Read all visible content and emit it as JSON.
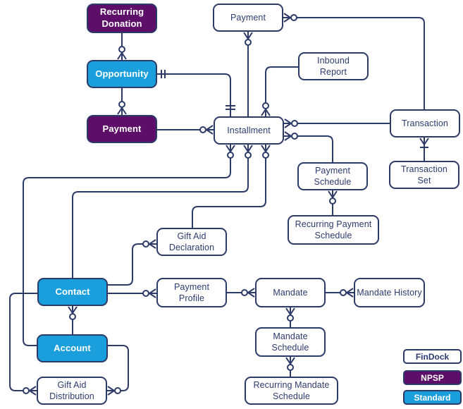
{
  "colors": {
    "line": "#2c3a68",
    "findock_fill": "#ffffff",
    "npsp_fill": "#5c0e68",
    "standard_fill": "#1b9fdc",
    "text_dark": "#2d3b6e",
    "text_light": "#ffffff",
    "background": "#ffffff"
  },
  "nodes": {
    "recurring_donation": {
      "label": "Recurring\nDonation",
      "category": "NPSP"
    },
    "opportunity": {
      "label": "Opportunity",
      "category": "Standard"
    },
    "payment_npsp": {
      "label": "Payment",
      "category": "NPSP"
    },
    "payment": {
      "label": "Payment",
      "category": "FinDock"
    },
    "inbound_report": {
      "label": "Inbound\nReport",
      "category": "FinDock"
    },
    "installment": {
      "label": "Installment",
      "category": "FinDock"
    },
    "transaction": {
      "label": "Transaction",
      "category": "FinDock"
    },
    "transaction_set": {
      "label": "Transaction\nSet",
      "category": "FinDock"
    },
    "payment_schedule": {
      "label": "Payment\nSchedule",
      "category": "FinDock"
    },
    "recurring_payment_schedule": {
      "label": "Recurring Payment\nSchedule",
      "category": "FinDock"
    },
    "gift_aid_declaration": {
      "label": "Gift Aid\nDeclaration",
      "category": "FinDock"
    },
    "contact": {
      "label": "Contact",
      "category": "Standard"
    },
    "payment_profile": {
      "label": "Payment\nProfile",
      "category": "FinDock"
    },
    "mandate": {
      "label": "Mandate",
      "category": "FinDock"
    },
    "mandate_history": {
      "label": "Mandate History",
      "category": "FinDock"
    },
    "mandate_schedule": {
      "label": "Mandate\nSchedule",
      "category": "FinDock"
    },
    "recurring_mandate_schedule": {
      "label": "Recurring Mandate\nSchedule",
      "category": "FinDock"
    },
    "account": {
      "label": "Account",
      "category": "Standard"
    },
    "gift_aid_distribution": {
      "label": "Gift Aid\nDistribution",
      "category": "FinDock"
    }
  },
  "legend": {
    "items": [
      {
        "label": "FinDock",
        "category": "FinDock"
      },
      {
        "label": "NPSP",
        "category": "NPSP"
      },
      {
        "label": "Standard",
        "category": "Standard"
      }
    ]
  },
  "relationships": [
    {
      "from": "recurring_donation",
      "to": "opportunity",
      "cardinality": "one-to-zero-or-many"
    },
    {
      "from": "opportunity",
      "to": "payment_npsp",
      "cardinality": "one-to-zero-or-many"
    },
    {
      "from": "opportunity",
      "to": "installment",
      "cardinality": "one-to-one"
    },
    {
      "from": "payment_npsp",
      "to": "installment",
      "cardinality": "one-to-zero-or-many"
    },
    {
      "from": "installment",
      "to": "payment",
      "cardinality": "one-to-zero-or-many"
    },
    {
      "from": "transaction",
      "to": "payment",
      "cardinality": "one-to-zero-or-many"
    },
    {
      "from": "inbound_report",
      "to": "installment",
      "cardinality": "one-to-zero-or-many"
    },
    {
      "from": "transaction",
      "to": "installment",
      "cardinality": "one-to-zero-or-many"
    },
    {
      "from": "payment_schedule",
      "to": "installment",
      "cardinality": "one-to-zero-or-many"
    },
    {
      "from": "transaction_set",
      "to": "transaction",
      "cardinality": "one-to-one-or-many"
    },
    {
      "from": "recurring_payment_schedule",
      "to": "payment_schedule",
      "cardinality": "one-to-zero-or-many"
    },
    {
      "from": "account",
      "to": "installment",
      "cardinality": "one-to-zero-or-many"
    },
    {
      "from": "contact",
      "to": "installment",
      "cardinality": "one-to-zero-or-many"
    },
    {
      "from": "gift_aid_declaration",
      "to": "installment",
      "cardinality": "one-to-zero-or-many"
    },
    {
      "from": "contact",
      "to": "gift_aid_declaration",
      "cardinality": "one-to-zero-or-many"
    },
    {
      "from": "contact",
      "to": "payment_profile",
      "cardinality": "one-to-zero-or-many"
    },
    {
      "from": "account",
      "to": "contact",
      "cardinality": "one-to-zero-or-many"
    },
    {
      "from": "account",
      "to": "gift_aid_distribution",
      "cardinality": "one-to-zero-or-many"
    },
    {
      "from": "contact",
      "to": "gift_aid_distribution",
      "cardinality": "one-to-zero-or-many"
    },
    {
      "from": "payment_profile",
      "to": "mandate",
      "cardinality": "one-to-zero-or-many"
    },
    {
      "from": "mandate",
      "to": "mandate_history",
      "cardinality": "one-to-zero-or-many"
    },
    {
      "from": "mandate_schedule",
      "to": "mandate",
      "cardinality": "one-to-zero-or-many"
    },
    {
      "from": "recurring_mandate_schedule",
      "to": "mandate_schedule",
      "cardinality": "one-to-zero-or-many"
    }
  ]
}
